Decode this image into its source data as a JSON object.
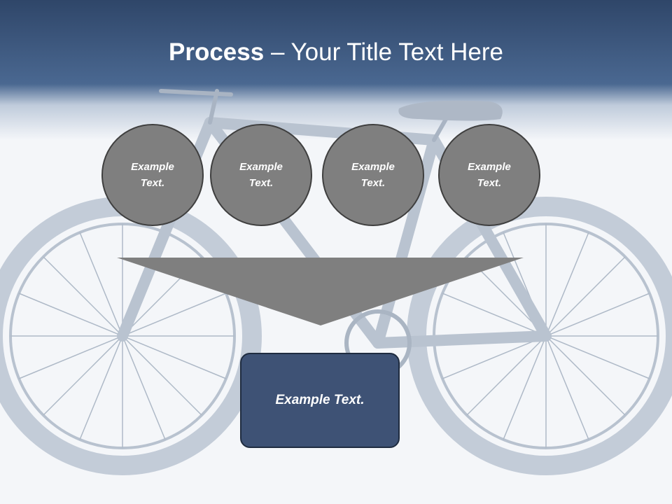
{
  "slide": {
    "title_bold": "Process",
    "title_rest": " – Your Title Text Here",
    "steps": [
      {
        "line1": "Example",
        "line2": "Text."
      },
      {
        "line1": "Example",
        "line2": "Text."
      },
      {
        "line1": "Example",
        "line2": "Text."
      },
      {
        "line1": "Example",
        "line2": "Text."
      }
    ],
    "result_text": "Example Text."
  },
  "colors": {
    "header_dark": "#2f4669",
    "header_mid": "#4a6891",
    "circle_fill": "#7f7f7f",
    "arrow_fill": "#7f7f7f",
    "result_box": "#3e5275",
    "bike_tint": "#c5cfdc"
  }
}
